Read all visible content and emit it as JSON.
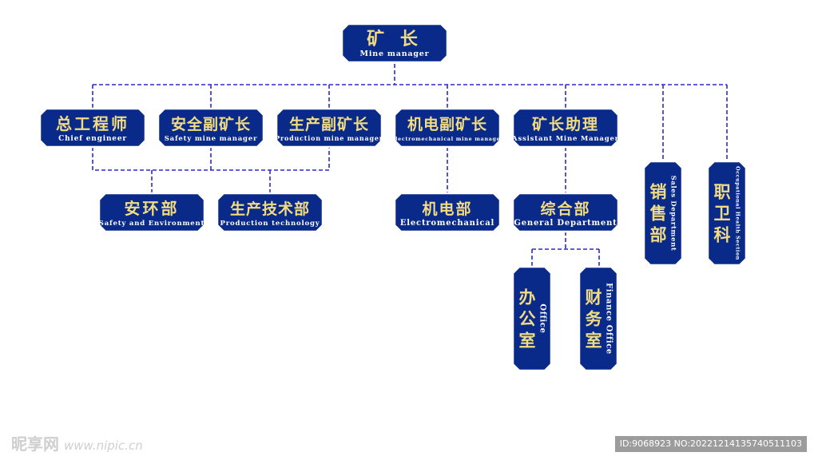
{
  "nodes": {
    "mine_manager": {
      "cn": "矿 长",
      "en": "Mine manager"
    },
    "chief_engineer": {
      "cn": "总工程师",
      "en": "Chief engineer"
    },
    "safety_manager": {
      "cn": "安全副矿长",
      "en": "Safety mine manager"
    },
    "production_manager": {
      "cn": "生产副矿长",
      "en": "Production mine manager"
    },
    "electro_manager": {
      "cn": "机电副矿长",
      "en": "Electromechanical mine manager"
    },
    "assistant_manager": {
      "cn": "矿长助理",
      "en": "Assistant Mine Manager"
    },
    "sales_dept": {
      "cn": "销售部",
      "en": "Sales Department"
    },
    "health_section": {
      "cn": "职卫科",
      "en": "Occupational Health Section"
    },
    "safety_env": {
      "cn": "安环部",
      "en": "Safety and Environment"
    },
    "prod_tech": {
      "cn": "生产技术部",
      "en": "Production technology"
    },
    "electro_dept": {
      "cn": "机电部",
      "en": "Electromechanical"
    },
    "general_dept": {
      "cn": "综合部",
      "en": "General Department"
    },
    "office": {
      "cn": "办公室",
      "en": "Office"
    },
    "finance_office": {
      "cn": "财务室",
      "en": "Finance Office"
    }
  },
  "watermark": {
    "site": "昵享网",
    "url": "www.nipic.cn",
    "id_text": "ID:9068923 NO:20221214135740511103"
  },
  "colors": {
    "box_fill": "#0a2a8a",
    "title_text": "#f2dc82",
    "connector": "#2a2ad0"
  }
}
